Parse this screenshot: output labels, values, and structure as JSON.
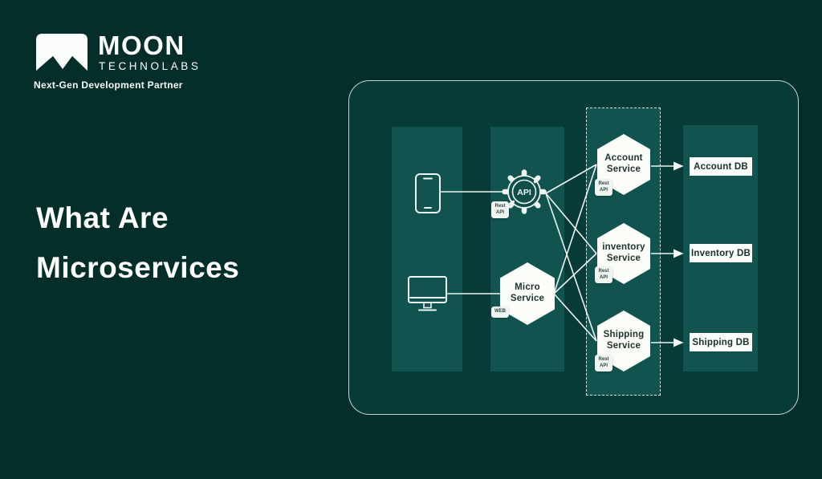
{
  "logo": {
    "name": "MOON",
    "sub": "TECHNOLABS",
    "tagline": "Next-Gen Development Partner"
  },
  "headline": "What Are\nMicroservices",
  "diagram": {
    "clients": [
      {
        "icon": "smartphone-icon"
      },
      {
        "icon": "monitor-icon"
      }
    ],
    "gateway": {
      "label": "API",
      "badge": "Rest\nAPI"
    },
    "micro": {
      "label": "Micro\nService",
      "badge": "WEB"
    },
    "services": [
      {
        "label": "Account\nService",
        "badge": "Rest\nAPI",
        "db": "Account DB"
      },
      {
        "label": "inventory\nService",
        "badge": "Rest\nAPI",
        "db": "Inventory DB"
      },
      {
        "label": "Shipping\nService",
        "badge": "Rest\nAPI",
        "db": "Shipping DB"
      }
    ],
    "colors": {
      "background": "#042e2a",
      "panel": "#073b37",
      "column": "#10534f",
      "line": "#eef5f3",
      "node_fill": "#fbfdf9",
      "node_text": "#22342f"
    }
  }
}
